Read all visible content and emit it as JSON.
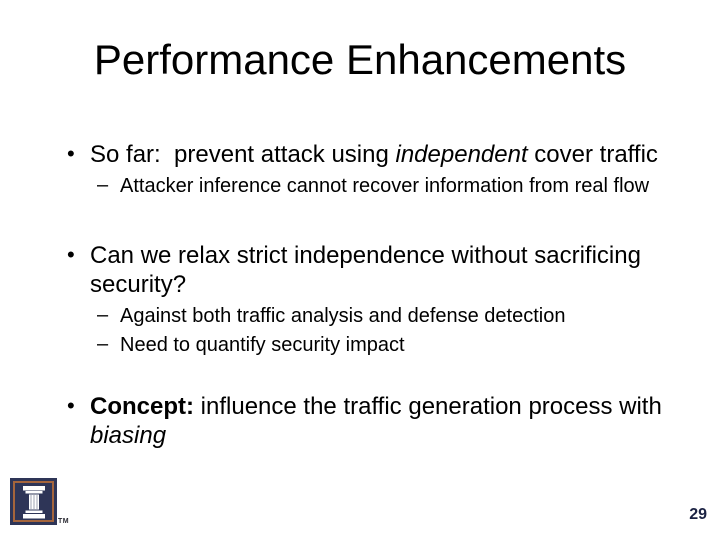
{
  "slide": {
    "title": "Performance Enhancements",
    "background_color": "#ffffff",
    "text_color": "#000000"
  },
  "bullets": {
    "level1_marker": "•",
    "level2_marker": "–",
    "items": [
      {
        "runs": [
          {
            "text": "So far:  prevent attack using ",
            "style": "normal"
          },
          {
            "text": "independent",
            "style": "italic"
          },
          {
            "text": " cover traffic",
            "style": "normal"
          }
        ],
        "subitems": [
          {
            "runs": [
              {
                "text": "Attacker inference cannot recover information from real flow",
                "style": "normal"
              }
            ]
          }
        ]
      },
      {
        "runs": [
          {
            "text": "Can we relax strict independence without sacrificing security?",
            "style": "normal"
          }
        ],
        "subitems": [
          {
            "runs": [
              {
                "text": "Against both traffic analysis and defense detection",
                "style": "normal"
              }
            ]
          },
          {
            "runs": [
              {
                "text": "Need to quantify security impact",
                "style": "normal"
              }
            ]
          }
        ]
      },
      {
        "runs": [
          {
            "text": "Concept:",
            "style": "bold"
          },
          {
            "text": " influence the traffic generation process with ",
            "style": "normal"
          },
          {
            "text": "biasing",
            "style": "italic"
          }
        ],
        "subitems": []
      }
    ]
  },
  "footer": {
    "page_number": "29",
    "logo": {
      "icon": "university-of-illinois-column-i-logo",
      "trademark": "TM",
      "navy_color": "#2e3557",
      "orange_color": "#a5653c",
      "column_color": "#ffffff"
    }
  }
}
